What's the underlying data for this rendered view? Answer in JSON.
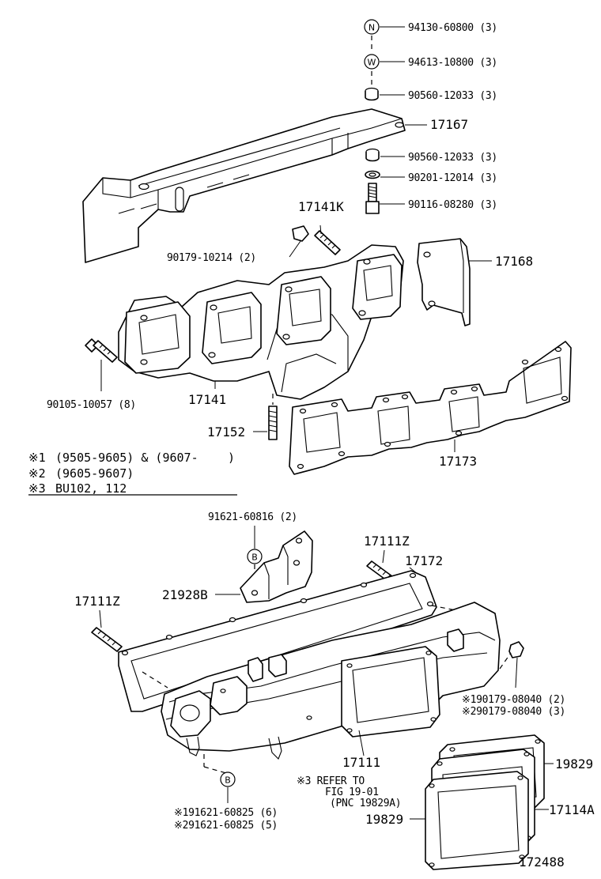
{
  "parts": {
    "nut_94130": "94130-60800 (3)",
    "washer_94613": "94613-10800 (3)",
    "spacer_90560_a": "90560-12033 (3)",
    "heat_insulator_17167": "17167",
    "spacer_90560_b": "90560-12033 (3)",
    "washer_90201": "90201-12014 (3)",
    "bolt_90116": "90116-08280 (3)",
    "stud_17141K": "17141K",
    "nut_90179": "90179-10214 (2)",
    "insulator_17168": "17168",
    "bolt_90105": "90105-10057 (8)",
    "exhaust_manifold_17141": "17141",
    "stud_17152": "17152",
    "gasket_17173": "17173",
    "bolt_91621_a": "91621-60816 (2)",
    "stud_17111Z_top": "17111Z",
    "gasket_17172": "17172",
    "bracket_21928B": "21928B",
    "stud_17111Z_left": "17111Z",
    "nut_190179": "※190179-08040 (2)",
    "nut_290179": "※290179-08040 (3)",
    "intake_manifold_17111": "17111",
    "gasket_19829_top": "19829",
    "pipe_17114A": "17114A",
    "gasket_19829_bottom": "19829",
    "bolt_191621": "※191621-60825 (6)",
    "bolt_291621": "※291621-60825 (5)"
  },
  "symbols": {
    "nut_letter": "N",
    "washer_letter": "W",
    "bolt_letter_a": "B",
    "bolt_letter_b": "B"
  },
  "notes": {
    "n1_mark": "※1",
    "n1_text": "(9505-9605) & (9607-",
    "n1_close": ")",
    "n2_mark": "※2",
    "n2_text": "(9605-9607)",
    "n3_mark": "※3",
    "n3_text": "BU102, 112"
  },
  "refer": {
    "line1": "※3  REFER TO",
    "line2": "FIG 19-01",
    "line3": "(PNC 19829A)"
  },
  "figure_number": "172488"
}
